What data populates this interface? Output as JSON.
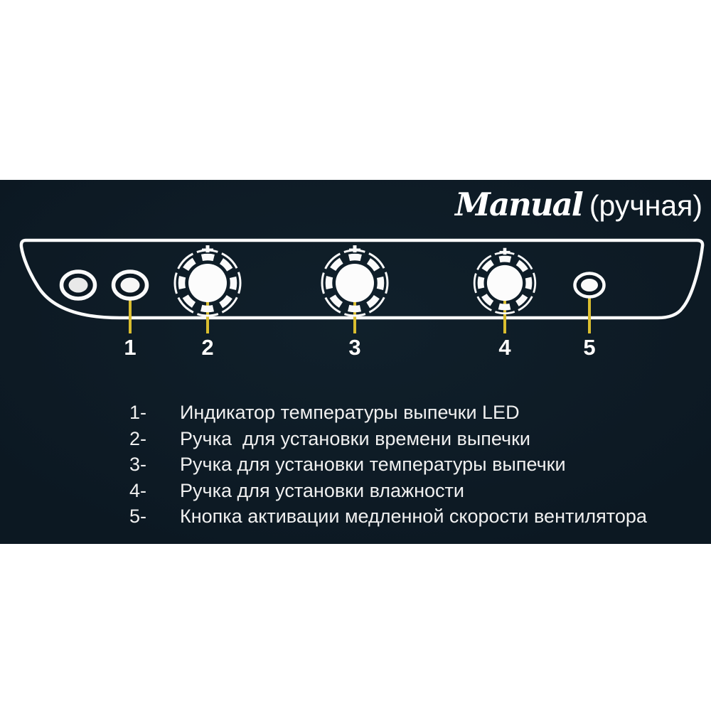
{
  "title": {
    "brand": "Manual",
    "suffix": "(ручная)"
  },
  "pointers": [
    "1",
    "2",
    "3",
    "4",
    "5"
  ],
  "panel": {
    "controls": [
      {
        "name": "oval-indicator-unlabeled",
        "type": "oval-indicator",
        "pointer": ""
      },
      {
        "name": "led-temperature-indicator",
        "type": "oval-indicator",
        "pointer": "1"
      },
      {
        "name": "baking-time-knob",
        "type": "knob",
        "pointer": "2"
      },
      {
        "name": "baking-temperature-knob",
        "type": "knob",
        "pointer": "3"
      },
      {
        "name": "humidity-knob",
        "type": "knob",
        "pointer": "4"
      },
      {
        "name": "fan-slow-speed-button",
        "type": "oval-button",
        "pointer": "5"
      }
    ]
  },
  "legend": {
    "items": [
      {
        "num": "1-",
        "text": "Индикатор температуры выпечки LED"
      },
      {
        "num": "2-",
        "text": "Ручка  для установки времени выпечки"
      },
      {
        "num": "3-",
        "text": "Ручка для установки температуры выпечки"
      },
      {
        "num": "4-",
        "text": "Ручка для установки влажности"
      },
      {
        "num": "5-",
        "text": "Кнопка активации медленной скорости вентилятора"
      }
    ]
  },
  "colors": {
    "page_background": "#ffffff",
    "panel_background": "#0c1822",
    "outline_white": "#fafafa",
    "pointer_line_yellow": "#d9bd2f",
    "text_white": "#f0f0f0"
  }
}
